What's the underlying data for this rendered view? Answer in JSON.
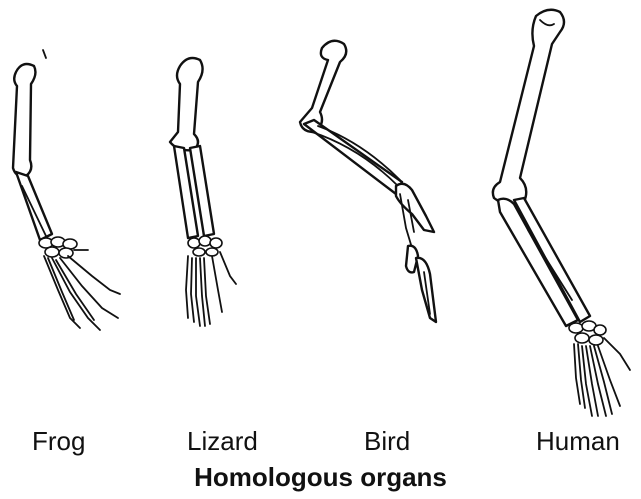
{
  "labels": {
    "frog": "Frog",
    "lizard": "Lizard",
    "bird": "Bird",
    "human": "Human"
  },
  "title": "Homologous organs",
  "colors": {
    "ink": "#111111",
    "background": "#ffffff"
  }
}
